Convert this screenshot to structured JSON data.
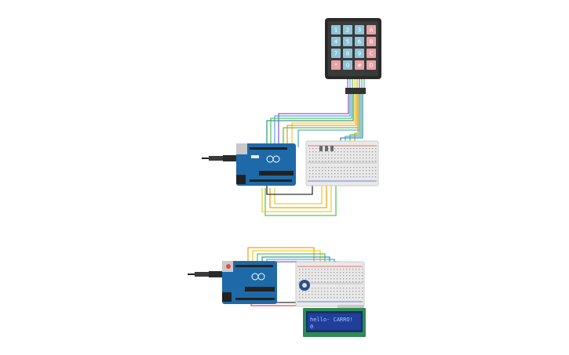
{
  "keypad": {
    "keys": [
      [
        "1",
        "2",
        "3",
        "A"
      ],
      [
        "4",
        "5",
        "6",
        "B"
      ],
      [
        "7",
        "8",
        "9",
        "C"
      ],
      [
        "*",
        "0",
        "#",
        "D"
      ]
    ],
    "colors": {
      "number_key": "#8fc3d8",
      "letter_key": "#e9a1a6",
      "body": "#2a2a2a"
    }
  },
  "lcd": {
    "line1": "hello- CARRO!",
    "line2": "0",
    "colors": {
      "screen": "#1f3f9a",
      "text": "#aac4ff",
      "board": "#2e8a52"
    }
  },
  "board_colors": {
    "arduino": "#1e6aa8",
    "breadboard": "#e9e9e9"
  },
  "wire_colors": [
    "#e34b4b",
    "#f0a31a",
    "#e9d035",
    "#5cc25c",
    "#3a9a9a",
    "#5aa9e0",
    "#8a62c4",
    "#d05ac0",
    "#333333"
  ]
}
